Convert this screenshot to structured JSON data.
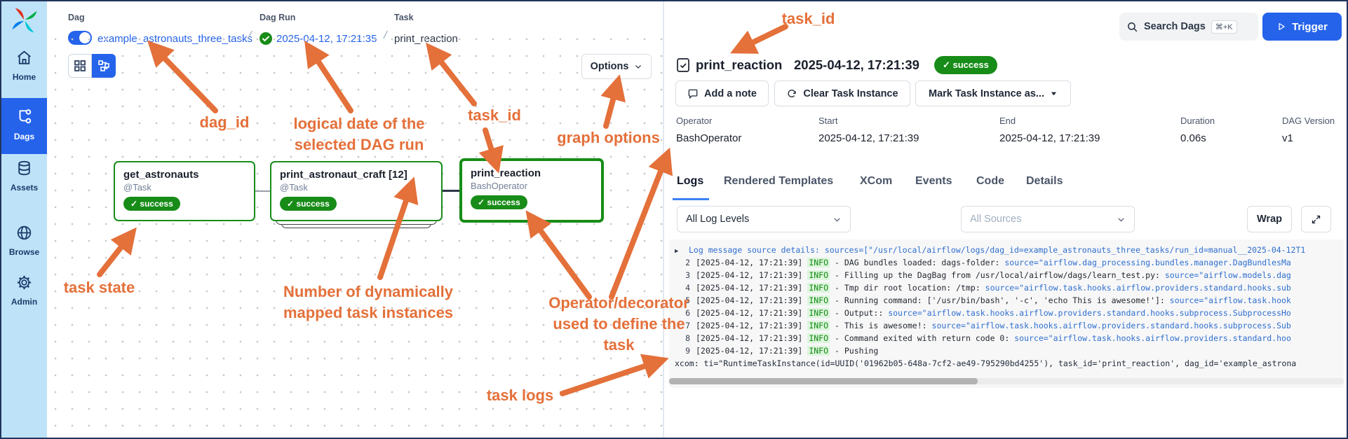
{
  "colors": {
    "accent_blue": "#2563eb",
    "success_green": "#188c18",
    "annotation_orange": "#e4703a",
    "log_link_blue": "#2f6fce",
    "sidebar_bg": "#bee3f8"
  },
  "sidebar": {
    "items": [
      {
        "label": "Home"
      },
      {
        "label": "Dags"
      },
      {
        "label": "Assets"
      },
      {
        "label": "Browse"
      },
      {
        "label": "Admin"
      }
    ]
  },
  "topbar": {
    "search_label": "Search Dags",
    "search_shortcut": "⌘+K",
    "trigger_label": "Trigger"
  },
  "breadcrumb": {
    "separator": "/",
    "dag_label": "Dag",
    "dag_value": "example_astronauts_three_tasks",
    "dag_run_label": "Dag Run",
    "dag_run_value": "2025-04-12, 17:21:35",
    "task_label": "Task",
    "task_value": "print_reaction"
  },
  "graph": {
    "options_label": "Options",
    "nodes": [
      {
        "title": "get_astronauts",
        "subtitle": "@Task",
        "state": "✓ success"
      },
      {
        "title": "print_astronaut_craft [12]",
        "subtitle": "@Task",
        "state": "✓ success"
      },
      {
        "title": "print_reaction",
        "subtitle": "BashOperator",
        "state": "✓ success"
      }
    ]
  },
  "annotations": {
    "task_id_top": "task_id",
    "dag_id": "dag_id",
    "logical_date_line1": "logical date of the",
    "logical_date_line2": "selected DAG run",
    "task_id_graph": "task_id",
    "graph_options": "graph options",
    "task_state": "task state",
    "mapped_line1": "Number of dynamically",
    "mapped_line2": "mapped task instances",
    "operator_line1": "Operator/decorator",
    "operator_line2": "used to define the",
    "operator_line3": "task",
    "task_logs": "task logs"
  },
  "details": {
    "title": "print_reaction",
    "datetime": "2025-04-12, 17:21:39",
    "status": "✓ success",
    "actions": {
      "add_note": "Add a note",
      "clear_task": "Clear Task Instance",
      "mark_as": "Mark Task Instance as..."
    },
    "meta": [
      {
        "label": "Operator",
        "value": "BashOperator"
      },
      {
        "label": "Start",
        "value": "2025-04-12, 17:21:39"
      },
      {
        "label": "End",
        "value": "2025-04-12, 17:21:39"
      },
      {
        "label": "Duration",
        "value": "0.06s"
      },
      {
        "label": "DAG Version",
        "value": "v1"
      }
    ],
    "tabs": [
      {
        "label": "Logs"
      },
      {
        "label": "Rendered Templates"
      },
      {
        "label": "XCom"
      },
      {
        "label": "Events"
      },
      {
        "label": "Code"
      },
      {
        "label": "Details"
      }
    ],
    "log_controls": {
      "level_value": "All Log Levels",
      "sources_placeholder": "All Sources",
      "wrap_label": "Wrap"
    },
    "log_expander": "▶",
    "log_lines": [
      {
        "text": "Log message source details: sources=[\"/usr/local/airflow/logs/dag_id=example_astronauts_three_tasks/run_id=manual__2025-04-12T1"
      },
      {
        "num": "2",
        "time": "[2025-04-12, 17:21:39]",
        "level": "INFO",
        "msg": "- DAG bundles loaded: dags-folder: ",
        "src": "source=\"airflow.dag_processing.bundles.manager.DagBundlesMa"
      },
      {
        "num": "3",
        "time": "[2025-04-12, 17:21:39]",
        "level": "INFO",
        "msg": "- Filling up the DagBag from /usr/local/airflow/dags/learn_test.py: ",
        "src": "source=\"airflow.models.dag"
      },
      {
        "num": "4",
        "time": "[2025-04-12, 17:21:39]",
        "level": "INFO",
        "msg": "- Tmp dir root location: /tmp: ",
        "src": "source=\"airflow.task.hooks.airflow.providers.standard.hooks.sub"
      },
      {
        "num": "5",
        "time": "[2025-04-12, 17:21:39]",
        "level": "INFO",
        "msg": "- Running command: ['/usr/bin/bash', '-c', 'echo This is awesome!']: ",
        "src": "source=\"airflow.task.hook"
      },
      {
        "num": "6",
        "time": "[2025-04-12, 17:21:39]",
        "level": "INFO",
        "msg": "- Output:: ",
        "src": "source=\"airflow.task.hooks.airflow.providers.standard.hooks.subprocess.SubprocessHo"
      },
      {
        "num": "7",
        "time": "[2025-04-12, 17:21:39]",
        "level": "INFO",
        "msg": "- This is awesome!: ",
        "src": "source=\"airflow.task.hooks.airflow.providers.standard.hooks.subprocess.Sub"
      },
      {
        "num": "8",
        "time": "[2025-04-12, 17:21:39]",
        "level": "INFO",
        "msg": "- Command exited with return code 0: ",
        "src": "source=\"airflow.task.hooks.airflow.providers.standard.hoo"
      },
      {
        "num": "9",
        "time": "[2025-04-12, 17:21:39]",
        "level": "INFO",
        "msg": "- Pushing"
      },
      {
        "wrap": "xcom: ti=\"RuntimeTaskInstance(id=UUID('01962b05-648a-7cf2-ae49-795290bd4255'), task_id='print_reaction', dag_id='example_astrona"
      }
    ]
  }
}
